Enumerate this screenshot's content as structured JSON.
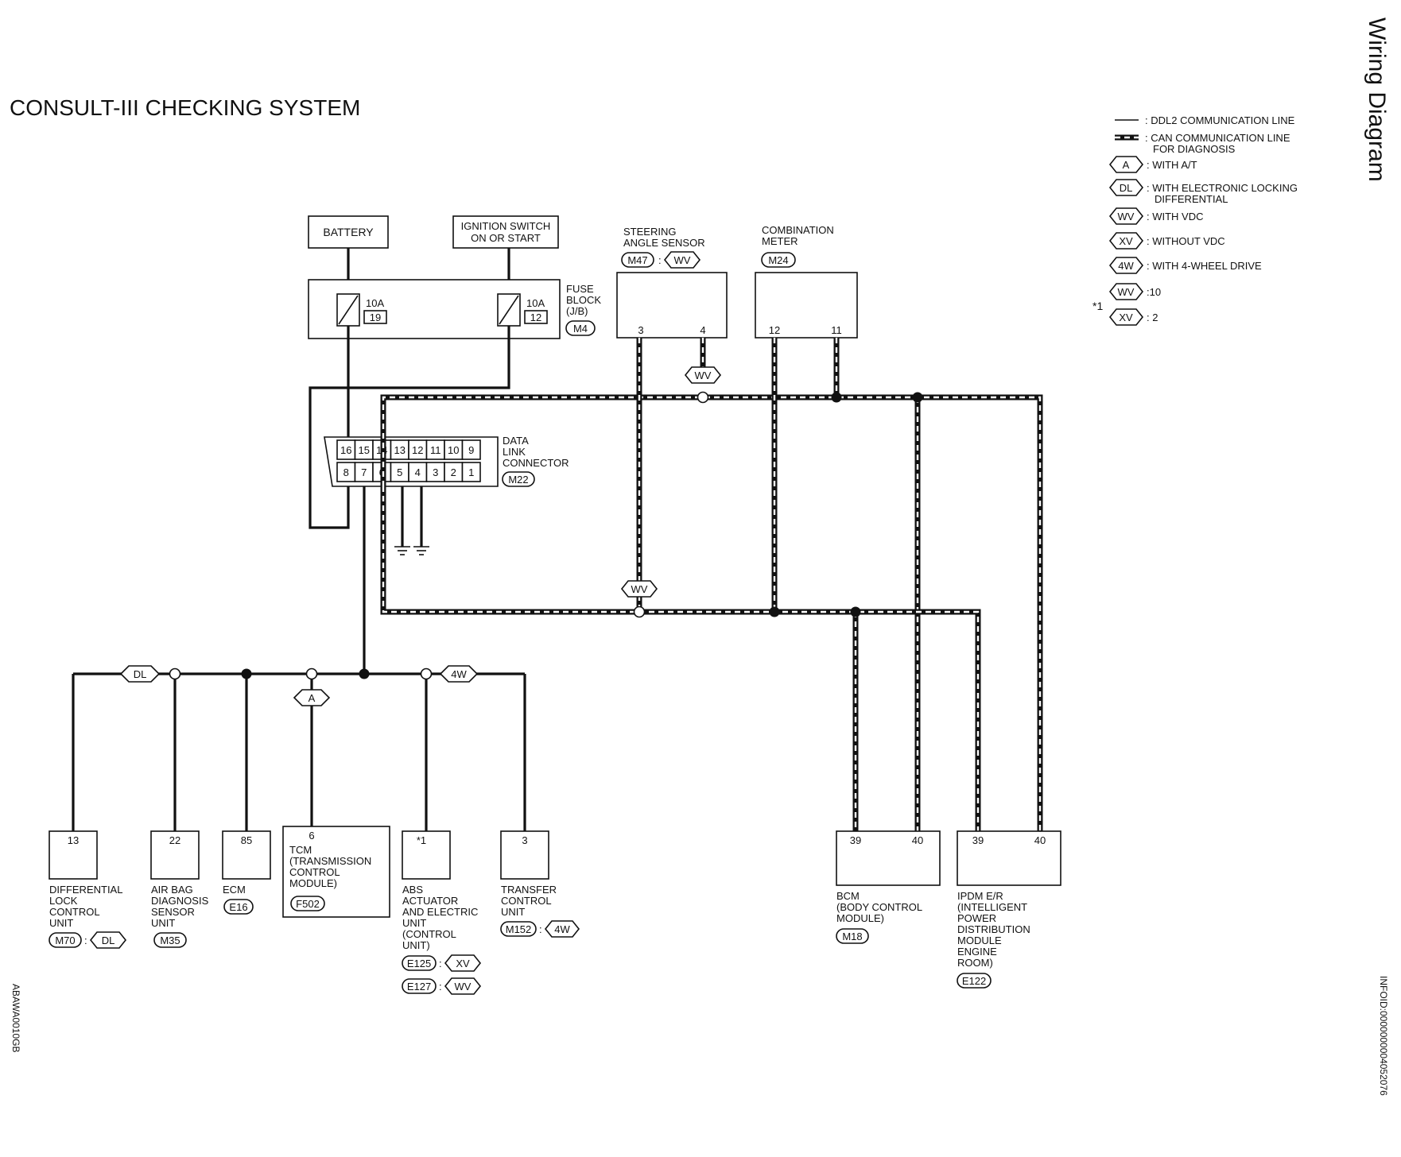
{
  "title": "CONSULT-III CHECKING SYSTEM",
  "side_title": "Wiring Diagram",
  "left_code": "ABAWA0010GB",
  "right_code": "INFOID:0000000004052076",
  "legend": {
    "ddl2": ": DDL2 COMMUNICATION LINE",
    "can1": ": CAN COMMUNICATION LINE",
    "can2": "FOR DIAGNOSIS",
    "items": [
      {
        "tag": "A",
        "text": ": WITH A/T"
      },
      {
        "tag": "DL",
        "text": ": WITH ELECTRONIC LOCKING",
        "text2": "DIFFERENTIAL"
      },
      {
        "tag": "WV",
        "text": ": WITH VDC"
      },
      {
        "tag": "XV",
        "text": ": WITHOUT VDC"
      },
      {
        "tag": "4W",
        "text": ": WITH 4-WHEEL DRIVE"
      },
      {
        "tag": "WV",
        "text": ":10"
      },
      {
        "tag": "XV",
        "text": ": 2"
      }
    ],
    "star": "*1"
  },
  "top": {
    "battery": "BATTERY",
    "ign1": "IGNITION SWITCH",
    "ign2": "ON OR START",
    "fuse_a": "10A",
    "fuse_a_no": "19",
    "fuse_b": "10A",
    "fuse_b_no": "12",
    "fuse_block": [
      "FUSE",
      "BLOCK",
      "(J/B)"
    ],
    "fuse_conn": "M4",
    "dlc_label": [
      "DATA",
      "LINK",
      "CONNECTOR"
    ],
    "dlc_conn": "M22",
    "dlc_top": [
      "16",
      "15",
      "14",
      "13",
      "12",
      "11",
      "10",
      "9"
    ],
    "dlc_bottom": [
      "8",
      "7",
      "6",
      "5",
      "4",
      "3",
      "2",
      "1"
    ],
    "steering": [
      "STEERING",
      "ANGLE SENSOR"
    ],
    "steering_conn": "M47",
    "steering_tag": "WV",
    "steering_pins": [
      "3",
      "4"
    ],
    "combo": [
      "COMBINATION",
      "METER"
    ],
    "combo_conn": "M24",
    "combo_pins": [
      "12",
      "11"
    ],
    "wv_tag_top": "WV",
    "wv_tag_mid": "WV"
  },
  "bottom": {
    "tag_dl": "DL",
    "tag_a": "A",
    "tag_4w": "4W",
    "units": [
      {
        "pin": "13",
        "lines": [
          "DIFFERENTIAL",
          "LOCK",
          "CONTROL",
          "UNIT"
        ],
        "conn": "M70",
        "tag": "DL"
      },
      {
        "pin": "22",
        "lines": [
          "AIR BAG",
          "DIAGNOSIS",
          "SENSOR",
          "UNIT"
        ],
        "conn": "M35"
      },
      {
        "pin": "85",
        "lines": [
          "ECM"
        ],
        "conn": "E16"
      },
      {
        "pin": "6",
        "lines": [
          "TCM",
          "(TRANSMISSION",
          "CONTROL",
          "MODULE)"
        ],
        "conn": "F502"
      },
      {
        "pin": "*1",
        "lines": [
          "ABS",
          "ACTUATOR",
          "AND ELECTRIC",
          "UNIT",
          "(CONTROL",
          "UNIT)"
        ],
        "conn": "E125",
        "tag": "XV",
        "conn2": "E127",
        "tag2": "WV"
      },
      {
        "pin": "3",
        "lines": [
          "TRANSFER",
          "CONTROL",
          "UNIT"
        ],
        "conn": "M152",
        "tag": "4W"
      }
    ],
    "bcm": {
      "pins": [
        "39",
        "40"
      ],
      "lines": [
        "BCM",
        "(BODY CONTROL",
        "MODULE)"
      ],
      "conn": "M18"
    },
    "ipdm": {
      "pins": [
        "39",
        "40"
      ],
      "lines": [
        "IPDM E/R",
        "(INTELLIGENT",
        "POWER",
        "DISTRIBUTION",
        "MODULE",
        "ENGINE",
        "ROOM)"
      ],
      "conn": "E122"
    }
  }
}
